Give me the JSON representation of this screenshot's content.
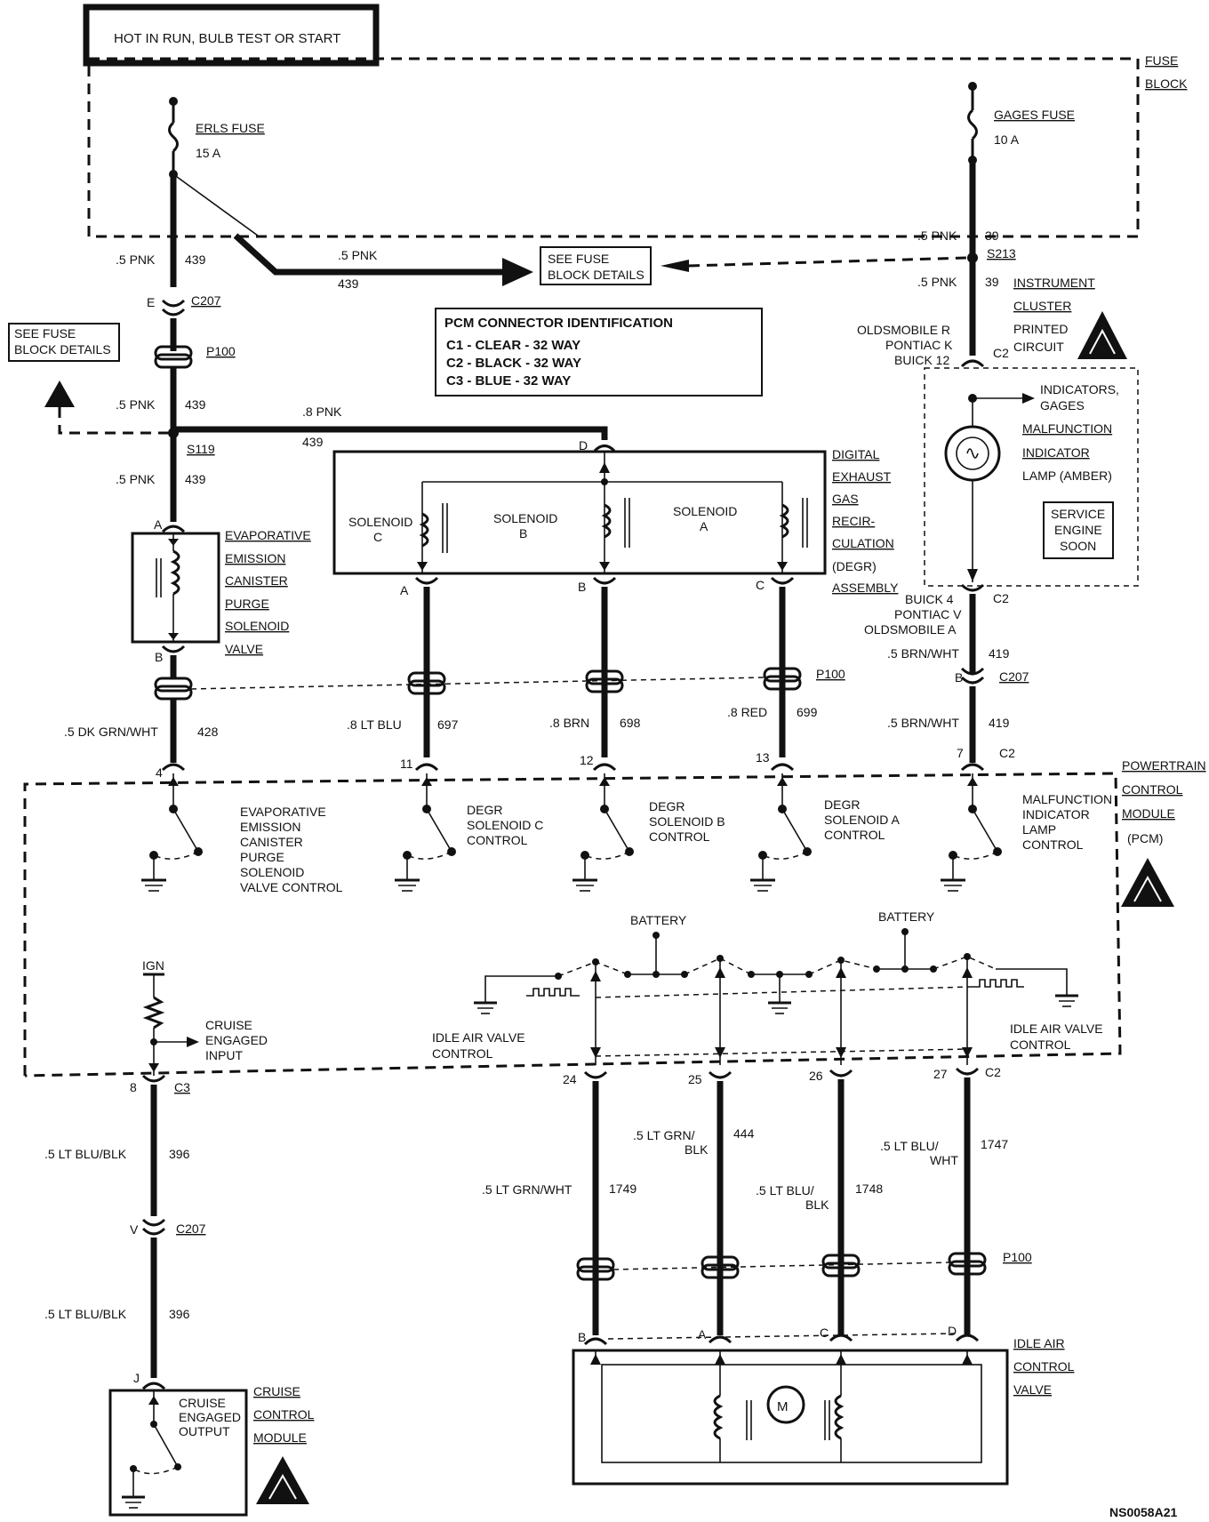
{
  "header_note": "HOT IN RUN, BULB TEST OR START",
  "fuse_block_label": [
    "FUSE",
    "BLOCK"
  ],
  "fuses": {
    "left": {
      "name": "ERLS FUSE",
      "rating": "15 A"
    },
    "right": {
      "name": "GAGES FUSE",
      "rating": "10 A"
    }
  },
  "see_fuse_block_details": [
    "SEE FUSE",
    "BLOCK DETAILS"
  ],
  "pcm_connector_id": {
    "title": "PCM CONNECTOR IDENTIFICATION",
    "rows": [
      "C1 - CLEAR - 32 WAY",
      "C2 - BLACK - 32 WAY",
      "C3 - BLUE - 32 WAY"
    ]
  },
  "wires": {
    "pnk_05": ".5 PNK",
    "pnk_08": ".8 PNK",
    "circ_439": "439",
    "circ_39": "39",
    "dkgrnwht": ".5 DK GRN/WHT",
    "circ_428": "428",
    "ltblu": ".8 LT BLU",
    "circ_697": "697",
    "brn": ".8 BRN",
    "circ_698": "698",
    "red": ".8 RED",
    "circ_699": "699",
    "brnwht": ".5 BRN/WHT",
    "circ_419": "419",
    "ltblublk": ".5 LT BLU/BLK",
    "circ_396": "396",
    "ltgrnwht": ".5 LT GRN/WHT",
    "circ_1749": "1749",
    "ltgrnblk": [
      ".5 LT GRN/",
      "BLK"
    ],
    "circ_444": "444",
    "ltblublk2": [
      ".5 LT BLU/",
      "BLK"
    ],
    "circ_1748": "1748",
    "ltbluwht": [
      ".5 LT BLU/",
      "WHT"
    ],
    "circ_1747": "1747"
  },
  "connectors": {
    "c207": "C207",
    "p100": "P100",
    "s119": "S119",
    "s213": "S213",
    "c2": "C2",
    "c3": "C3",
    "pin_e": "E",
    "pin_b": "B",
    "pin_v": "V",
    "pin_j": "J",
    "pin_a": "A",
    "pin_c": "C",
    "pin_d": "D",
    "pin_4": "4",
    "pin_7": "7",
    "pin_8": "8",
    "pin_11": "11",
    "pin_12": "12",
    "pin_13": "13",
    "pin_24": "24",
    "pin_25": "25",
    "pin_26": "26",
    "pin_27": "27"
  },
  "instrument_cluster": {
    "label": [
      "INSTRUMENT",
      "CLUSTER"
    ],
    "printed": [
      "PRINTED",
      "CIRCUIT"
    ],
    "top_pins": [
      "OLDSMOBILE R",
      "PONTIAC K",
      "BUICK 12"
    ],
    "bottom_pins": [
      "BUICK 4",
      "PONTIAC V",
      "OLDSMOBILE A"
    ],
    "to_indicators": [
      "INDICATORS,",
      "GAGES"
    ],
    "mil": [
      "MALFUNCTION",
      "INDICATOR",
      "LAMP (AMBER)"
    ],
    "service_box": [
      "SERVICE",
      "ENGINE",
      "SOON"
    ]
  },
  "degr": {
    "label": [
      "DIGITAL",
      "EXHAUST",
      "GAS",
      "RECIR-",
      "CULATION",
      "(DEGR)",
      "ASSEMBLY"
    ],
    "solenoids": [
      [
        "SOLENOID",
        "C"
      ],
      [
        "SOLENOID",
        "B"
      ],
      [
        "SOLENOID",
        "A"
      ]
    ]
  },
  "evap": {
    "label": [
      "EVAPORATIVE",
      "EMISSION",
      "CANISTER",
      "PURGE",
      "SOLENOID",
      "VALVE"
    ]
  },
  "pcm": {
    "label": [
      "POWERTRAIN",
      "CONTROL",
      "MODULE",
      "(PCM)"
    ],
    "drivers": [
      [
        "EVAPORATIVE",
        "EMISSION",
        "CANISTER",
        "PURGE",
        "SOLENOID",
        "VALVE CONTROL"
      ],
      [
        "DEGR",
        "SOLENOID C",
        "CONTROL"
      ],
      [
        "DEGR",
        "SOLENOID B",
        "CONTROL"
      ],
      [
        "DEGR",
        "SOLENOID A",
        "CONTROL"
      ],
      [
        "MALFUNCTION",
        "INDICATOR",
        "LAMP",
        "CONTROL"
      ]
    ],
    "battery": "BATTERY",
    "idle_air": [
      "IDLE AIR VALVE",
      "CONTROL"
    ],
    "ign": "IGN",
    "cruise_input": [
      "CRUISE",
      "ENGAGED",
      "INPUT"
    ]
  },
  "cruise_module": {
    "label": [
      "CRUISE",
      "CONTROL",
      "MODULE"
    ],
    "output": [
      "CRUISE",
      "ENGAGED",
      "OUTPUT"
    ]
  },
  "iac": {
    "label": [
      "IDLE AIR",
      "CONTROL",
      "VALVE"
    ],
    "motor": "M"
  },
  "figure_code": "NS0058A21"
}
